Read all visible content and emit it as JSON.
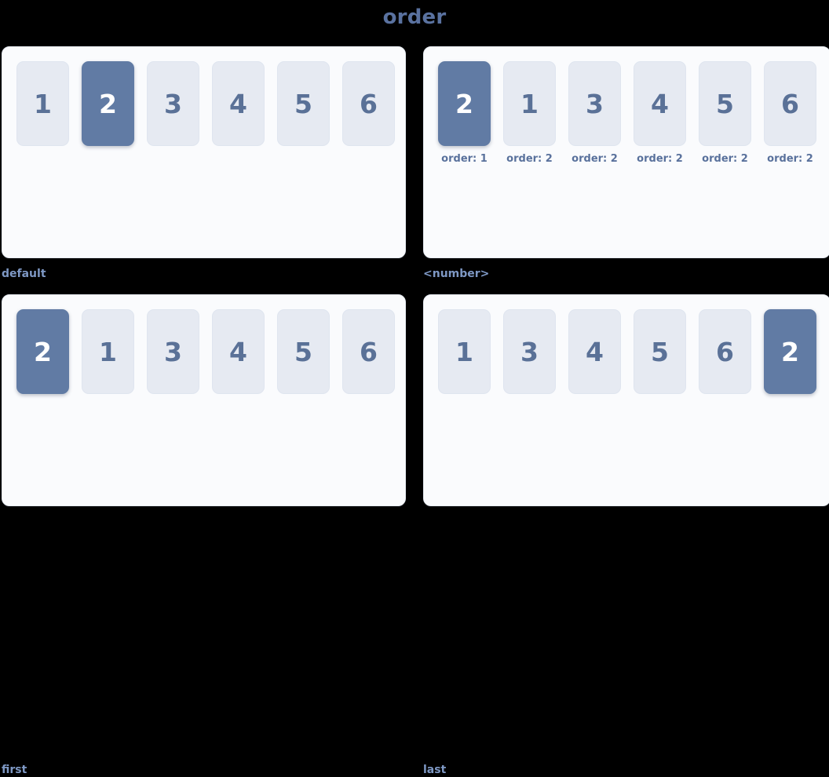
{
  "title": "order",
  "panels": [
    {
      "caption": "default",
      "cards": [
        {
          "value": "1",
          "highlight": false,
          "note": ""
        },
        {
          "value": "2",
          "highlight": true,
          "note": ""
        },
        {
          "value": "3",
          "highlight": false,
          "note": ""
        },
        {
          "value": "4",
          "highlight": false,
          "note": ""
        },
        {
          "value": "5",
          "highlight": false,
          "note": ""
        },
        {
          "value": "6",
          "highlight": false,
          "note": ""
        }
      ]
    },
    {
      "caption": "<number>",
      "cards": [
        {
          "value": "2",
          "highlight": true,
          "note": "order: 1"
        },
        {
          "value": "1",
          "highlight": false,
          "note": "order: 2"
        },
        {
          "value": "3",
          "highlight": false,
          "note": "order: 2"
        },
        {
          "value": "4",
          "highlight": false,
          "note": "order: 2"
        },
        {
          "value": "5",
          "highlight": false,
          "note": "order: 2"
        },
        {
          "value": "6",
          "highlight": false,
          "note": "order: 2"
        }
      ]
    },
    {
      "caption": "first",
      "cards": [
        {
          "value": "2",
          "highlight": true,
          "note": ""
        },
        {
          "value": "1",
          "highlight": false,
          "note": ""
        },
        {
          "value": "3",
          "highlight": false,
          "note": ""
        },
        {
          "value": "4",
          "highlight": false,
          "note": ""
        },
        {
          "value": "5",
          "highlight": false,
          "note": ""
        },
        {
          "value": "6",
          "highlight": false,
          "note": ""
        }
      ]
    },
    {
      "caption": "last",
      "cards": [
        {
          "value": "1",
          "highlight": false,
          "note": ""
        },
        {
          "value": "3",
          "highlight": false,
          "note": ""
        },
        {
          "value": "4",
          "highlight": false,
          "note": ""
        },
        {
          "value": "5",
          "highlight": false,
          "note": ""
        },
        {
          "value": "6",
          "highlight": false,
          "note": ""
        },
        {
          "value": "2",
          "highlight": true,
          "note": ""
        }
      ]
    }
  ],
  "colors": {
    "page_background": "#000000",
    "panel_background": "#fafbfd",
    "panel_border": "#e7ecf3",
    "card_background": "#e6eaf2",
    "card_text": "#5a7197",
    "card_highlight_background": "#617ba4",
    "card_highlight_text": "#ffffff",
    "title_text": "#5a72a0",
    "caption_text": "#7e98c4",
    "note_text": "#59719c"
  }
}
